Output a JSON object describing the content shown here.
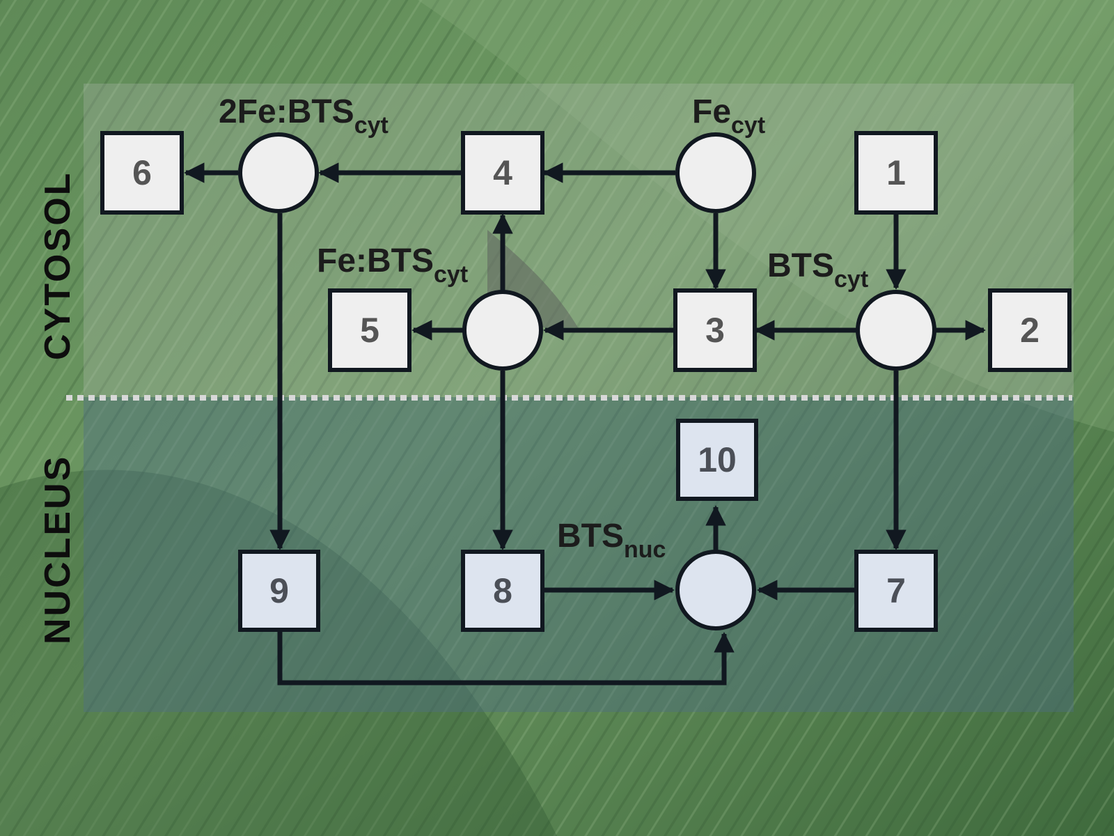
{
  "diagram": {
    "compartments": {
      "cytosol": "CYTOSOL",
      "nucleus": "NUCLEUS"
    },
    "species": {
      "two_fe_bts_cyt": {
        "main": "2Fe:BTS",
        "sub": "cyt"
      },
      "fe_cyt": {
        "main": "Fe",
        "sub": "cyt"
      },
      "fe_bts_cyt": {
        "main": "Fe:BTS",
        "sub": "cyt"
      },
      "bts_cyt": {
        "main": "BTS",
        "sub": "cyt"
      },
      "bts_nuc": {
        "main": "BTS",
        "sub": "nuc"
      }
    },
    "reactions": {
      "r1": "1",
      "r2": "2",
      "r3": "3",
      "r4": "4",
      "r5": "5",
      "r6": "6",
      "r7": "7",
      "r8": "8",
      "r9": "9",
      "r10": "10"
    },
    "colors": {
      "stroke": "#111820",
      "cytosol_fill": "#efefef",
      "nucleus_fill": "#dde4ef",
      "background_leaf": "#5d8a55",
      "divider": "#d8d8d8"
    }
  }
}
